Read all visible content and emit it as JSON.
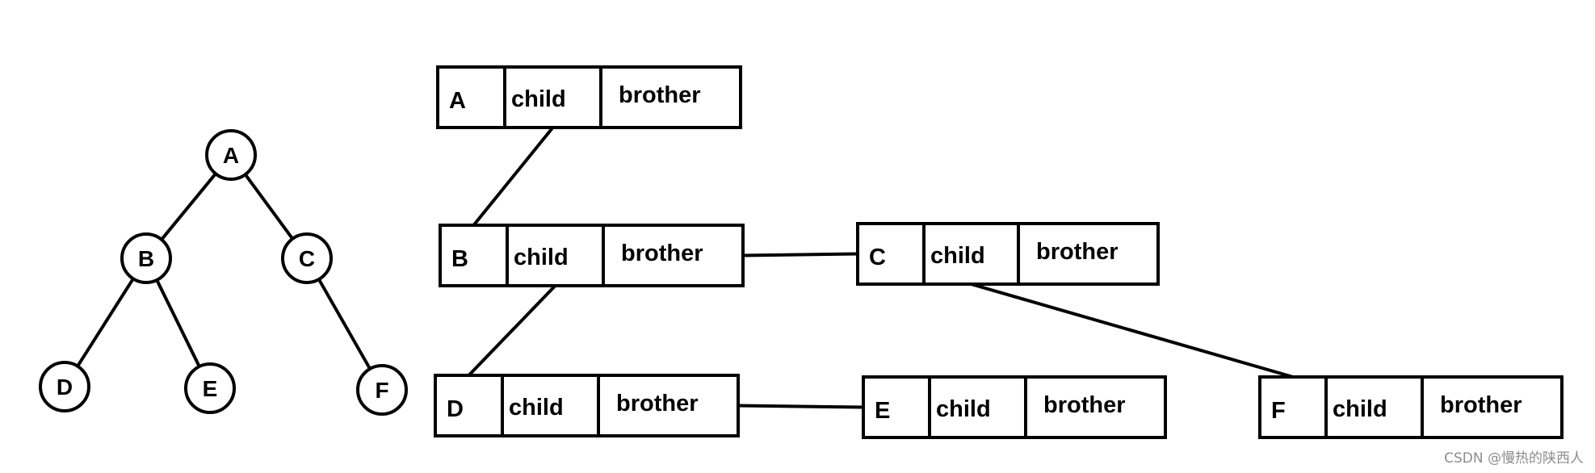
{
  "tree": {
    "nodes": [
      {
        "id": "A",
        "label": "A"
      },
      {
        "id": "B",
        "label": "B"
      },
      {
        "id": "C",
        "label": "C"
      },
      {
        "id": "D",
        "label": "D"
      },
      {
        "id": "E",
        "label": "E"
      },
      {
        "id": "F",
        "label": "F"
      }
    ],
    "edges": [
      [
        "A",
        "B"
      ],
      [
        "A",
        "C"
      ],
      [
        "B",
        "D"
      ],
      [
        "B",
        "E"
      ],
      [
        "C",
        "F"
      ]
    ]
  },
  "storage": {
    "child_field": "child",
    "brother_field": "brother",
    "records": [
      {
        "id": "A",
        "label": "A"
      },
      {
        "id": "B",
        "label": "B"
      },
      {
        "id": "C",
        "label": "C"
      },
      {
        "id": "D",
        "label": "D"
      },
      {
        "id": "E",
        "label": "E"
      },
      {
        "id": "F",
        "label": "F"
      }
    ],
    "links": [
      {
        "from": "A",
        "field": "child",
        "to": "B"
      },
      {
        "from": "B",
        "field": "brother",
        "to": "C"
      },
      {
        "from": "B",
        "field": "child",
        "to": "D"
      },
      {
        "from": "C",
        "field": "child",
        "to": "F"
      },
      {
        "from": "D",
        "field": "brother",
        "to": "E"
      }
    ]
  },
  "watermark": "CSDN @慢热的陕西人"
}
